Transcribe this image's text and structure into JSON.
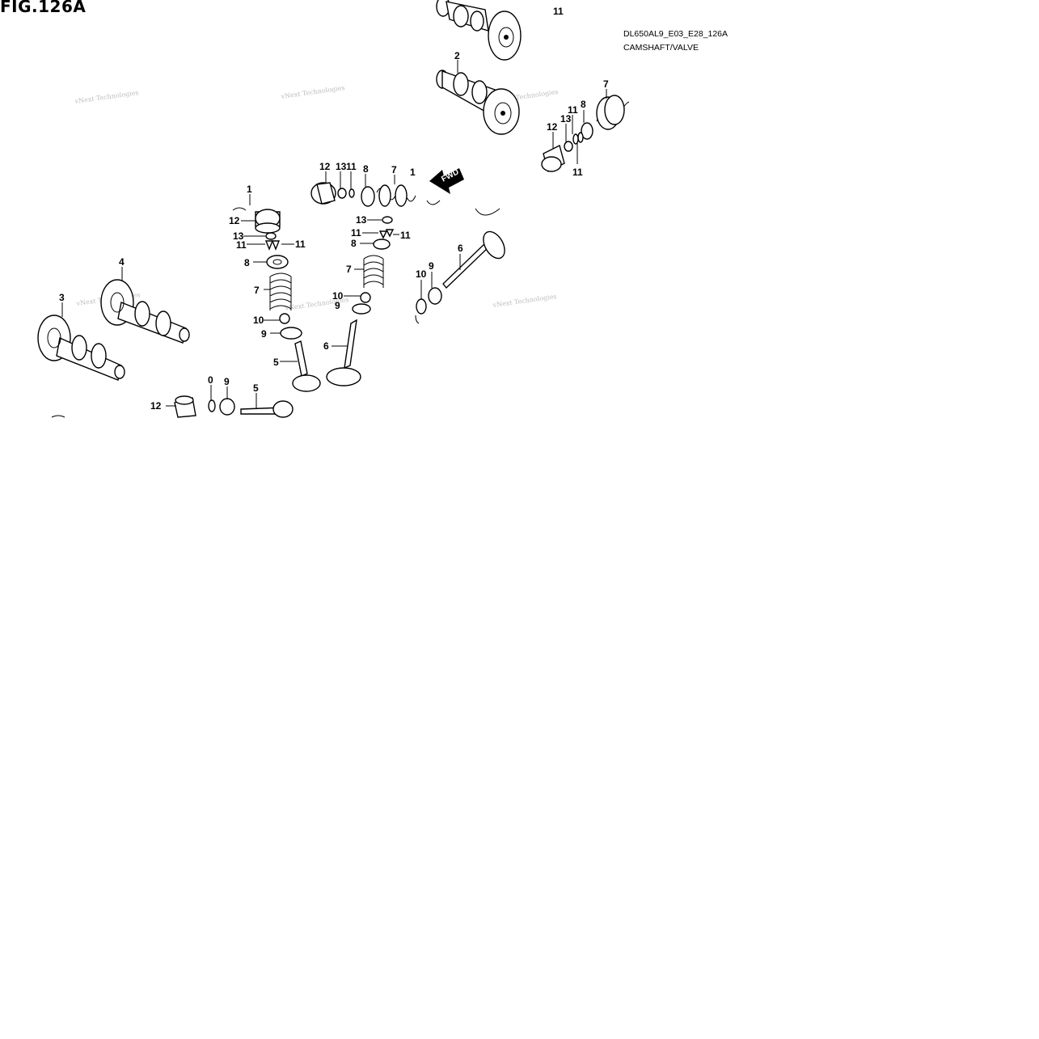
{
  "header": {
    "figure_title": "FIG.126A",
    "diagram_code": "DL650AL9_E03_E28_126A",
    "diagram_name": "CAMSHAFT/VALVE"
  },
  "fwd_arrow_label": "FWD",
  "watermark": "vNext Technologies",
  "callouts": [
    "11",
    "2",
    "7",
    "8",
    "11",
    "13",
    "12",
    "11",
    "12",
    "13",
    "11",
    "8",
    "7",
    "1",
    "1",
    "12",
    "13",
    "11",
    "11",
    "8",
    "13",
    "11",
    "11",
    "8",
    "7",
    "7",
    "4",
    "3",
    "10",
    "9",
    "10",
    "9",
    "10",
    "9",
    "6",
    "5",
    "6",
    "0",
    "9",
    "5",
    "12"
  ]
}
